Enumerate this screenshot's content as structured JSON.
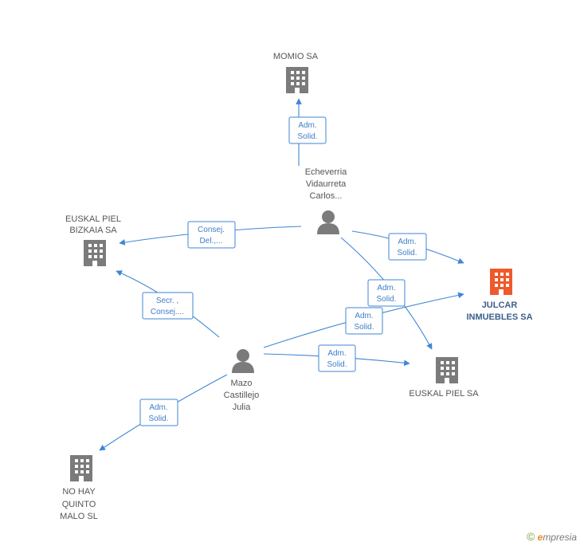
{
  "colors": {
    "edge": "#3f86d6",
    "building": "#7b7b7b",
    "building_highlight": "#ee5a2b",
    "person": "#7b7b7b"
  },
  "nodes": {
    "momio": {
      "label": [
        "MOMIO SA"
      ],
      "icon": "building-icon"
    },
    "echeverria": {
      "label": [
        "Echeverria",
        "Vidaurreta",
        "Carlos..."
      ],
      "icon": "person-icon"
    },
    "euskal_bizkaia": {
      "label": [
        "EUSKAL PIEL",
        "BIZKAIA SA"
      ],
      "icon": "building-icon"
    },
    "julcar": {
      "label": [
        "JULCAR",
        "INMUEBLES SA"
      ],
      "icon": "building-icon",
      "highlighted": true
    },
    "mazo": {
      "label": [
        "Mazo",
        "Castillejo",
        "Julia"
      ],
      "icon": "person-icon"
    },
    "euskal_piel": {
      "label": [
        "EUSKAL PIEL SA"
      ],
      "icon": "building-icon"
    },
    "no_hay": {
      "label": [
        "NO HAY",
        "QUINTO",
        "MALO SL"
      ],
      "icon": "building-icon"
    }
  },
  "edges": [
    {
      "from": "echeverria",
      "to": "momio",
      "label": [
        "Adm.",
        "Solid."
      ]
    },
    {
      "from": "echeverria",
      "to": "euskal_bizkaia",
      "label": [
        "Consej.",
        "Del.,..."
      ]
    },
    {
      "from": "echeverria",
      "to": "julcar",
      "label": [
        "Adm.",
        "Solid."
      ]
    },
    {
      "from": "echeverria",
      "to": "euskal_piel",
      "label": [
        "Adm.",
        "Solid."
      ]
    },
    {
      "from": "mazo",
      "to": "euskal_bizkaia",
      "label": [
        "Secr. ,",
        "Consej...."
      ]
    },
    {
      "from": "mazo",
      "to": "julcar",
      "label": [
        "Adm.",
        "Solid."
      ]
    },
    {
      "from": "mazo",
      "to": "euskal_piel",
      "label": [
        "Adm.",
        "Solid."
      ]
    },
    {
      "from": "mazo",
      "to": "no_hay",
      "label": [
        "Adm.",
        "Solid."
      ]
    }
  ],
  "footer": {
    "copyright": "©",
    "brand_initial": "e",
    "brand_rest": "mpresia"
  }
}
